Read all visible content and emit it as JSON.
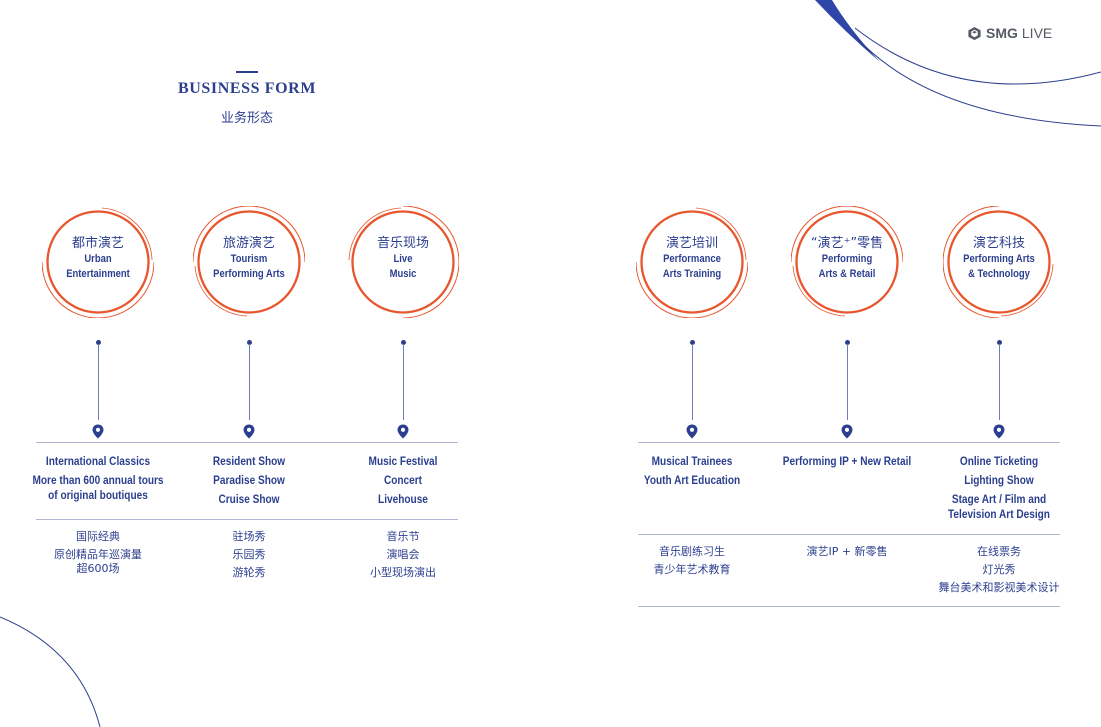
{
  "brand": {
    "mark": "SMG",
    "word": "LIVE"
  },
  "header": {
    "title_en": "BUSINESS FORM",
    "title_zh": "业务形态"
  },
  "colors": {
    "accent": "#e8562e",
    "primary": "#2c3f8f",
    "rule": "#aeb6d4"
  },
  "left_group": [
    {
      "circle": {
        "zh": "都市演艺",
        "en": [
          "Urban",
          "Entertainment"
        ]
      },
      "details_en": [
        [
          "International Classics"
        ],
        [
          "More than 600 annual tours",
          "of original boutiques"
        ]
      ],
      "details_zh": [
        "国际经典",
        "原创精品年巡演量",
        "超600场"
      ]
    },
    {
      "circle": {
        "zh": "旅游演艺",
        "en": [
          "Tourism",
          "Performing Arts"
        ]
      },
      "details_en": [
        [
          "Resident Show"
        ],
        [
          "Paradise Show"
        ],
        [
          "Cruise Show"
        ]
      ],
      "details_zh": [
        "驻场秀",
        "乐园秀",
        "游轮秀"
      ]
    },
    {
      "circle": {
        "zh": "音乐现场",
        "en": [
          "Live",
          "Music"
        ]
      },
      "details_en": [
        [
          "Music Festival"
        ],
        [
          "Concert"
        ],
        [
          "Livehouse"
        ]
      ],
      "details_zh": [
        "音乐节",
        "演唱会",
        "小型现场演出"
      ]
    }
  ],
  "right_group": [
    {
      "circle": {
        "zh": "演艺培训",
        "en": [
          "Performance",
          "Arts Training"
        ]
      },
      "details_en": [
        [
          "Musical Trainees"
        ],
        [
          "Youth Art Education"
        ]
      ],
      "details_zh": [
        "音乐剧练习生",
        "青少年艺术教育"
      ]
    },
    {
      "circle": {
        "zh": "“演艺⁺”零售",
        "en": [
          "Performing",
          "Arts & Retail"
        ]
      },
      "details_en": [
        [
          "Performing IP + New Retail"
        ]
      ],
      "details_zh": [
        "演艺IP + 新零售"
      ]
    },
    {
      "circle": {
        "zh": "演艺科技",
        "en": [
          "Performing Arts",
          "& Technology"
        ]
      },
      "details_en": [
        [
          "Online Ticketing"
        ],
        [
          "Lighting Show"
        ],
        [
          "Stage Art / Film and",
          "Television Art Design"
        ]
      ],
      "details_zh": [
        "在线票务",
        "灯光秀",
        "舞台美术和影视美术设计"
      ]
    }
  ]
}
